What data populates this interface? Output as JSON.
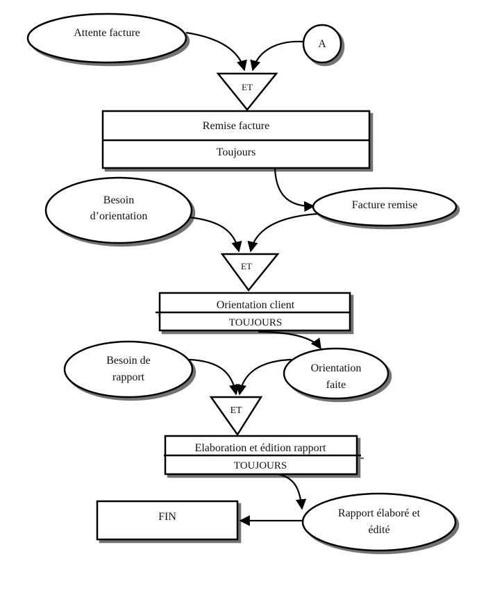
{
  "events": {
    "attente_facture": "Attente facture",
    "connector_a": "A",
    "facture_remise": "Facture remise",
    "besoin_orientation_1": "Besoin",
    "besoin_orientation_2": "d’orientation",
    "orientation_faite_1": "Orientation",
    "orientation_faite_2": "faite",
    "besoin_rapport_1": "Besoin de",
    "besoin_rapport_2": "rapport",
    "rapport_elabore_1": "Rapport élaboré et",
    "rapport_elabore_2": "édité"
  },
  "gates": {
    "et_1": "ET",
    "et_2": "ET",
    "et_3": "ET"
  },
  "operations": {
    "remise_facture": {
      "title": "Remise facture",
      "rule": "Toujours"
    },
    "orientation_client": {
      "title": "Orientation client",
      "rule": "TOUJOURS"
    },
    "elaboration_rapport": {
      "title": "Elaboration et édition rapport",
      "rule": "TOUJOURS"
    }
  },
  "end": {
    "label": "FIN"
  }
}
